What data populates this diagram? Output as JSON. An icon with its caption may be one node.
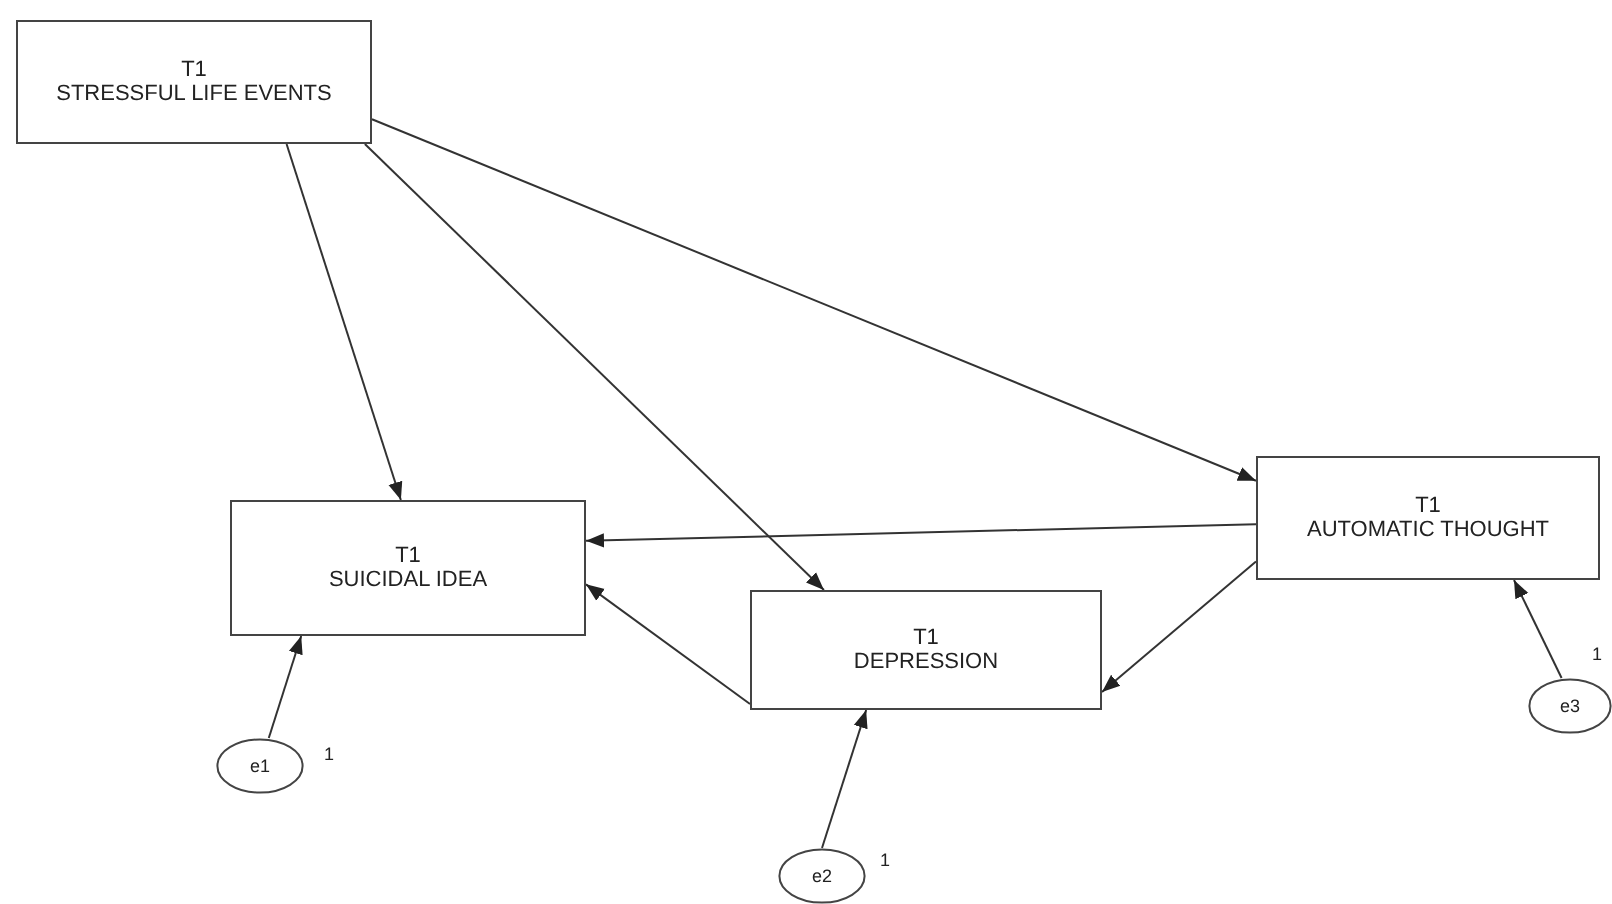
{
  "diagram": {
    "nodes": [
      {
        "text": [
          "T1",
          "STRESSFUL LIFE EVENTS"
        ]
      },
      {
        "text": [
          "T1",
          "SUICIDAL IDEA"
        ]
      },
      {
        "text": [
          "T1",
          "AUTOMATIC THOUGHT"
        ]
      },
      {
        "text": [
          "T1",
          "DEPRESSION"
        ]
      },
      {
        "text": [
          "e1"
        ],
        "beside": [
          "1"
        ]
      },
      {
        "text": [
          "e2"
        ],
        "beside": [
          "1"
        ]
      },
      {
        "text": [
          "e3"
        ],
        "beside": [
          "1"
        ]
      }
    ],
    "edges": [
      {
        "from": 0,
        "to": 1,
        "arrow": "to"
      },
      {
        "from": 0,
        "to": 3,
        "arrow": "to"
      },
      {
        "from": 0,
        "to": 2,
        "arrow": "to"
      },
      {
        "from": 2,
        "to": 1,
        "arrow": "to"
      },
      {
        "from": 2,
        "to": 3,
        "arrow": "to"
      },
      {
        "from": 3,
        "to": 1,
        "arrow": "to"
      },
      {
        "from": 4,
        "to": 1,
        "arrow": "to"
      },
      {
        "from": 5,
        "to": 3,
        "arrow": "to"
      },
      {
        "from": 6,
        "to": 2,
        "arrow": "to"
      }
    ]
  }
}
